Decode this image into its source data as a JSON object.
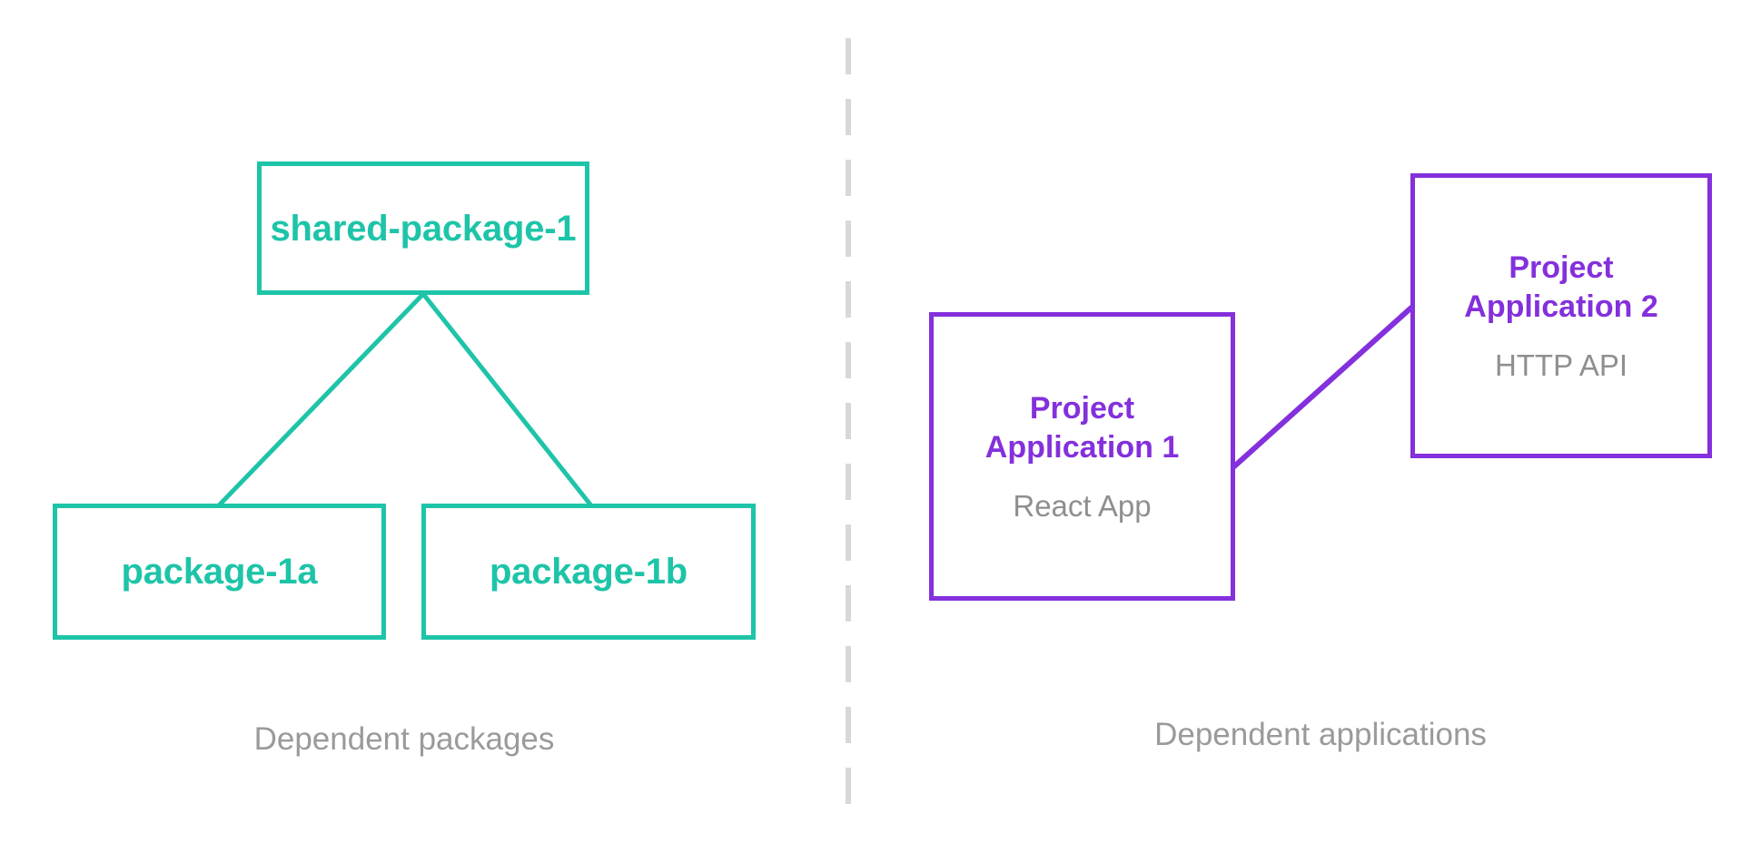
{
  "diagram": {
    "background_color": "#ffffff",
    "package_color": "#1ec4a8",
    "application_color": "#8430dc",
    "caption_color": "#9a9a9a",
    "divider_color": "#d8d8d8",
    "left_panel": {
      "caption": "Dependent packages",
      "nodes": [
        {
          "label": "shared-package-1"
        },
        {
          "label": "package-1a"
        },
        {
          "label": "package-1b"
        }
      ],
      "edges": [
        {
          "from": "shared-package-1",
          "to": "package-1a"
        },
        {
          "from": "shared-package-1",
          "to": "package-1b"
        }
      ]
    },
    "right_panel": {
      "caption": "Dependent applications",
      "nodes": [
        {
          "title_line_1": "Project",
          "title_line_2": "Application 1",
          "subtitle": "React App"
        },
        {
          "title_line_1": "Project",
          "title_line_2": "Application 2",
          "subtitle": "HTTP API"
        }
      ],
      "edges": [
        {
          "from": "Project Application 1",
          "to": "Project Application 2"
        }
      ]
    },
    "divider": {
      "style": "dashed",
      "orientation": "vertical"
    }
  }
}
